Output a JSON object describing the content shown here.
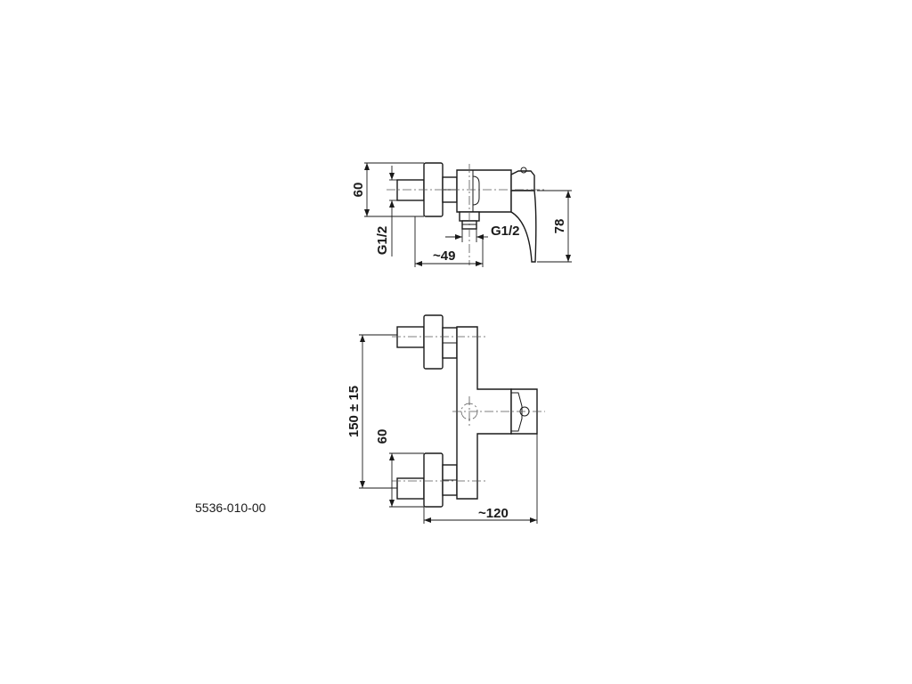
{
  "drawing": {
    "product_code": "5536-010-00",
    "side_view": {
      "dim_height_eccentric": "60",
      "dim_thread_left": "G1/2",
      "dim_thread_outlet": "G1/2",
      "dim_depth": "~49",
      "dim_height_lever": "78"
    },
    "front_view": {
      "dim_spacing": "150 ± 15",
      "dim_height_eccentric": "60",
      "dim_width": "~120"
    }
  }
}
